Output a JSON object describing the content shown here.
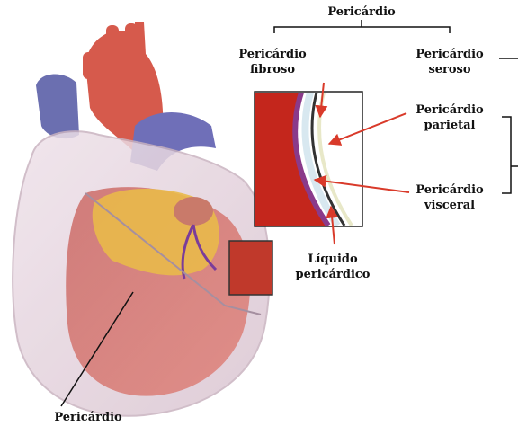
{
  "labels": {
    "pericardio": "Pericárdio",
    "fibroso": {
      "line1": "Pericárdio",
      "line2": "fibroso"
    },
    "seroso": {
      "line1": "Pericárdio",
      "line2": "seroso"
    },
    "parietal": {
      "line1": "Pericárdio",
      "line2": "parietal"
    },
    "visceral": {
      "line1": "Pericárdio",
      "line2": "visceral"
    },
    "liquido": {
      "line1": "Líquido",
      "line2": "pericárdico"
    },
    "bottom": "Pericárdio"
  },
  "colors": {
    "aorta": "#d9584a",
    "vena": "#6a6aa8",
    "muscle": "#c0392b",
    "fat": "#e8b84a",
    "sac": "#e8d8e0",
    "arrow": "#d93a2a",
    "line": "#111111"
  }
}
